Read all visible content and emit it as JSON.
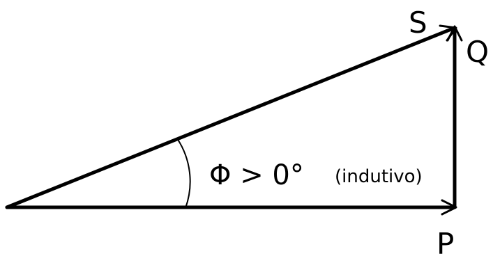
{
  "diagram": {
    "labels": {
      "s": "S",
      "q": "Q",
      "p": "P",
      "angle": "Φ > 0°",
      "angle_note": "(indutivo)"
    },
    "colors": {
      "stroke": "#000000",
      "background": "#ffffff"
    }
  }
}
